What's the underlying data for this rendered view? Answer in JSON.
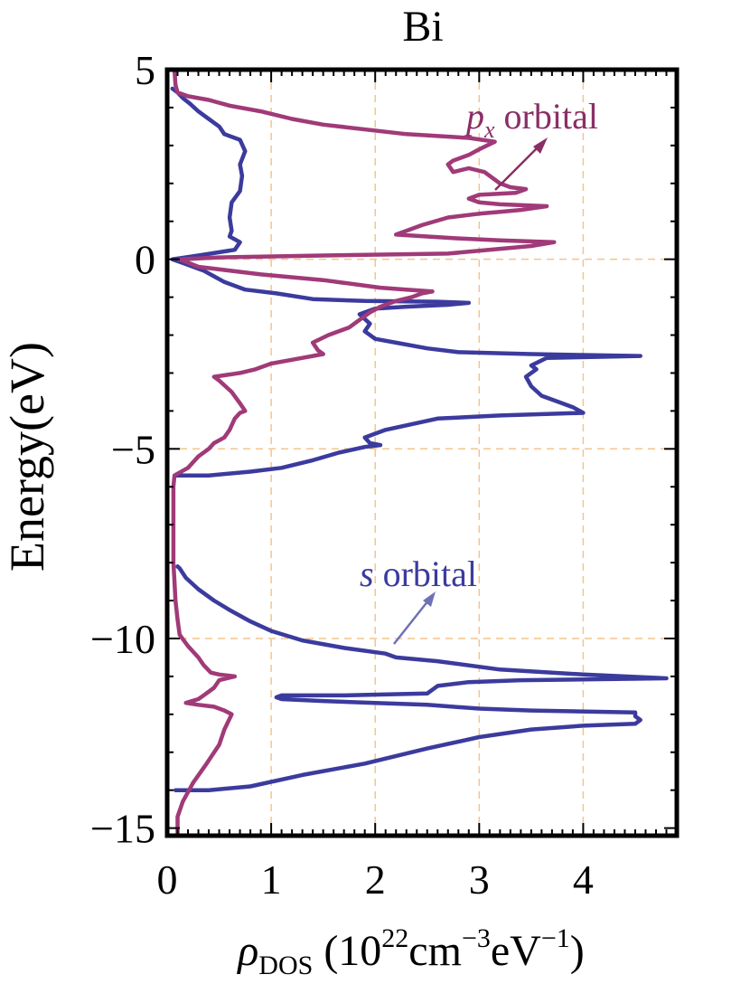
{
  "chart_data": {
    "type": "line",
    "title": "Bi",
    "xlabel": {
      "symbol": "ρ",
      "symbol_sub": "DOS",
      "open": " (10",
      "exp1": "22",
      "unit1": "cm",
      "exp2": "−3",
      "unit2": "eV",
      "exp3": "−1",
      "close": ")"
    },
    "ylabel": "Energy(eV)",
    "xlim": [
      0,
      4.9
    ],
    "ylim": [
      -15.2,
      5.0
    ],
    "xticks": [
      0,
      1,
      2,
      3,
      4
    ],
    "yticks": [
      -15,
      -10,
      -5,
      0,
      5
    ],
    "xtick_labels": [
      "0",
      "1",
      "2",
      "3",
      "4"
    ],
    "ytick_labels": [
      "−15",
      "−10",
      "−5",
      "0",
      "5"
    ],
    "grid": {
      "x": [
        1,
        2,
        3,
        4
      ],
      "y": [
        -10,
        -5,
        0
      ],
      "color": "#f4c48c",
      "style": "dashed"
    },
    "colors": {
      "s": "#3b3b9e",
      "p": "#a03a78",
      "p_arrow": "#8a2e66",
      "s_arrow": "#7070b8"
    },
    "annotations": {
      "p_label": {
        "italic": "p",
        "sub": "x",
        "text": " orbital"
      },
      "s_label": {
        "italic": "s",
        "text": " orbital"
      }
    },
    "series": [
      {
        "key": "s",
        "points": [
          [
            0.08,
            -14.0
          ],
          [
            0.4,
            -14.0
          ],
          [
            0.8,
            -13.9
          ],
          [
            1.3,
            -13.6
          ],
          [
            1.9,
            -13.3
          ],
          [
            2.5,
            -12.9
          ],
          [
            3.0,
            -12.6
          ],
          [
            3.5,
            -12.4
          ],
          [
            4.0,
            -12.3
          ],
          [
            4.5,
            -12.25
          ],
          [
            4.55,
            -12.15
          ],
          [
            4.5,
            -12.05
          ],
          [
            4.5,
            -11.95
          ],
          [
            3.5,
            -11.9
          ],
          [
            3.0,
            -11.85
          ],
          [
            2.5,
            -11.75
          ],
          [
            2.0,
            -11.7
          ],
          [
            1.5,
            -11.65
          ],
          [
            1.1,
            -11.6
          ],
          [
            1.05,
            -11.55
          ],
          [
            1.1,
            -11.5
          ],
          [
            1.7,
            -11.5
          ],
          [
            2.5,
            -11.45
          ],
          [
            2.6,
            -11.25
          ],
          [
            2.9,
            -11.15
          ],
          [
            3.4,
            -11.1
          ],
          [
            4.8,
            -11.05
          ],
          [
            4.0,
            -10.95
          ],
          [
            3.2,
            -10.82
          ],
          [
            2.6,
            -10.6
          ],
          [
            2.2,
            -10.5
          ],
          [
            2.1,
            -10.4
          ],
          [
            1.7,
            -10.25
          ],
          [
            1.3,
            -10.05
          ],
          [
            1.0,
            -9.8
          ],
          [
            0.8,
            -9.55
          ],
          [
            0.6,
            -9.25
          ],
          [
            0.45,
            -9.0
          ],
          [
            0.3,
            -8.7
          ],
          [
            0.18,
            -8.4
          ],
          [
            0.12,
            -8.15
          ],
          [
            0.1,
            -8.1
          ]
        ]
      },
      {
        "key": "s",
        "points": [
          [
            0.08,
            -5.7
          ],
          [
            0.4,
            -5.7
          ],
          [
            0.8,
            -5.6
          ],
          [
            1.1,
            -5.5
          ],
          [
            1.4,
            -5.3
          ],
          [
            1.65,
            -5.1
          ],
          [
            1.9,
            -4.95
          ],
          [
            2.05,
            -4.9
          ],
          [
            1.95,
            -4.85
          ],
          [
            1.9,
            -4.7
          ],
          [
            2.1,
            -4.5
          ],
          [
            2.6,
            -4.2
          ],
          [
            3.2,
            -4.12
          ],
          [
            4.0,
            -4.05
          ],
          [
            3.9,
            -3.9
          ],
          [
            3.75,
            -3.75
          ],
          [
            3.6,
            -3.6
          ],
          [
            3.5,
            -3.35
          ],
          [
            3.45,
            -3.1
          ],
          [
            3.55,
            -2.9
          ],
          [
            3.5,
            -2.8
          ],
          [
            3.65,
            -2.6
          ],
          [
            4.55,
            -2.55
          ],
          [
            3.5,
            -2.5
          ],
          [
            2.8,
            -2.45
          ],
          [
            2.5,
            -2.35
          ],
          [
            2.2,
            -2.2
          ],
          [
            2.0,
            -2.1
          ],
          [
            1.9,
            -1.9
          ],
          [
            1.95,
            -1.7
          ],
          [
            1.85,
            -1.45
          ],
          [
            2.0,
            -1.3
          ],
          [
            2.3,
            -1.25
          ],
          [
            2.7,
            -1.2
          ],
          [
            2.9,
            -1.15
          ],
          [
            2.6,
            -1.12
          ],
          [
            1.9,
            -1.1
          ],
          [
            1.4,
            -1.05
          ],
          [
            1.05,
            -0.9
          ],
          [
            0.75,
            -0.8
          ],
          [
            0.55,
            -0.6
          ],
          [
            0.45,
            -0.45
          ],
          [
            0.35,
            -0.3
          ],
          [
            0.25,
            -0.2
          ],
          [
            0.15,
            -0.1
          ],
          [
            0.05,
            0.0
          ],
          [
            0.3,
            0.1
          ],
          [
            0.65,
            0.25
          ],
          [
            0.7,
            0.45
          ],
          [
            0.6,
            0.6
          ],
          [
            0.62,
            0.75
          ],
          [
            0.6,
            1.1
          ],
          [
            0.62,
            1.5
          ],
          [
            0.7,
            1.8
          ],
          [
            0.72,
            2.2
          ],
          [
            0.7,
            2.5
          ],
          [
            0.75,
            2.85
          ],
          [
            0.7,
            3.15
          ],
          [
            0.55,
            3.3
          ],
          [
            0.5,
            3.5
          ],
          [
            0.4,
            3.7
          ],
          [
            0.3,
            3.9
          ],
          [
            0.22,
            4.1
          ],
          [
            0.15,
            4.25
          ],
          [
            0.1,
            4.4
          ],
          [
            0.05,
            4.5
          ]
        ]
      },
      {
        "key": "p",
        "points": [
          [
            0.1,
            -15.2
          ],
          [
            0.1,
            -14.7
          ],
          [
            0.15,
            -14.3
          ],
          [
            0.25,
            -13.8
          ],
          [
            0.38,
            -13.3
          ],
          [
            0.5,
            -12.8
          ],
          [
            0.55,
            -12.4
          ],
          [
            0.62,
            -12.0
          ],
          [
            0.55,
            -11.9
          ],
          [
            0.45,
            -11.8
          ],
          [
            0.3,
            -11.75
          ],
          [
            0.18,
            -11.7
          ],
          [
            0.3,
            -11.6
          ],
          [
            0.35,
            -11.5
          ],
          [
            0.45,
            -11.3
          ],
          [
            0.5,
            -11.1
          ],
          [
            0.65,
            -11.0
          ],
          [
            0.5,
            -10.95
          ],
          [
            0.42,
            -10.9
          ],
          [
            0.35,
            -10.7
          ],
          [
            0.3,
            -10.5
          ],
          [
            0.2,
            -10.2
          ],
          [
            0.12,
            -9.9
          ],
          [
            0.1,
            -9.5
          ],
          [
            0.08,
            -9.0
          ],
          [
            0.07,
            -8.5
          ],
          [
            0.06,
            -8.0
          ],
          [
            0.06,
            -7.0
          ],
          [
            0.06,
            -6.0
          ],
          [
            0.07,
            -5.7
          ],
          [
            0.2,
            -5.5
          ],
          [
            0.3,
            -5.2
          ],
          [
            0.4,
            -5.0
          ],
          [
            0.45,
            -4.85
          ],
          [
            0.55,
            -4.7
          ],
          [
            0.6,
            -4.5
          ],
          [
            0.65,
            -4.2
          ],
          [
            0.7,
            -4.05
          ],
          [
            0.75,
            -4.0
          ],
          [
            0.7,
            -3.8
          ],
          [
            0.62,
            -3.5
          ],
          [
            0.5,
            -3.2
          ],
          [
            0.45,
            -3.1
          ],
          [
            0.7,
            -3.0
          ],
          [
            0.85,
            -2.9
          ],
          [
            1.0,
            -2.75
          ],
          [
            1.2,
            -2.65
          ],
          [
            1.4,
            -2.55
          ],
          [
            1.5,
            -2.5
          ],
          [
            1.45,
            -2.4
          ],
          [
            1.4,
            -2.2
          ],
          [
            1.55,
            -2.0
          ],
          [
            1.75,
            -1.8
          ],
          [
            1.85,
            -1.6
          ],
          [
            1.95,
            -1.4
          ],
          [
            2.05,
            -1.25
          ],
          [
            2.2,
            -1.1
          ],
          [
            2.35,
            -1.0
          ],
          [
            2.45,
            -0.9
          ],
          [
            2.55,
            -0.85
          ],
          [
            2.3,
            -0.8
          ],
          [
            2.05,
            -0.75
          ],
          [
            1.5,
            -0.55
          ],
          [
            0.9,
            -0.4
          ],
          [
            0.3,
            -0.2
          ],
          [
            0.12,
            0.0
          ],
          [
            0.5,
            0.05
          ],
          [
            1.5,
            0.1
          ],
          [
            2.7,
            0.15
          ],
          [
            3.5,
            0.35
          ],
          [
            3.72,
            0.45
          ],
          [
            3.2,
            0.5
          ],
          [
            2.8,
            0.55
          ],
          [
            2.5,
            0.6
          ],
          [
            2.2,
            0.65
          ],
          [
            2.3,
            0.75
          ],
          [
            2.45,
            0.9
          ],
          [
            2.7,
            1.1
          ],
          [
            3.0,
            1.2
          ],
          [
            3.2,
            1.25
          ],
          [
            3.4,
            1.3
          ],
          [
            3.65,
            1.4
          ],
          [
            3.2,
            1.45
          ],
          [
            3.0,
            1.5
          ],
          [
            2.9,
            1.6
          ],
          [
            3.0,
            1.7
          ],
          [
            3.35,
            1.75
          ],
          [
            3.45,
            1.85
          ],
          [
            3.3,
            1.9
          ],
          [
            3.2,
            2.0
          ],
          [
            3.05,
            2.3
          ],
          [
            2.9,
            2.4
          ],
          [
            2.75,
            2.3
          ],
          [
            2.7,
            2.5
          ],
          [
            2.75,
            2.6
          ],
          [
            2.9,
            2.75
          ],
          [
            3.0,
            2.9
          ],
          [
            3.15,
            3.1
          ],
          [
            2.9,
            3.2
          ],
          [
            2.3,
            3.3
          ],
          [
            1.5,
            3.55
          ],
          [
            1.2,
            3.7
          ],
          [
            0.9,
            3.9
          ],
          [
            0.6,
            4.05
          ],
          [
            0.4,
            4.2
          ],
          [
            0.2,
            4.3
          ],
          [
            0.1,
            4.4
          ],
          [
            0.08,
            4.6
          ],
          [
            0.07,
            5.0
          ]
        ]
      }
    ]
  }
}
